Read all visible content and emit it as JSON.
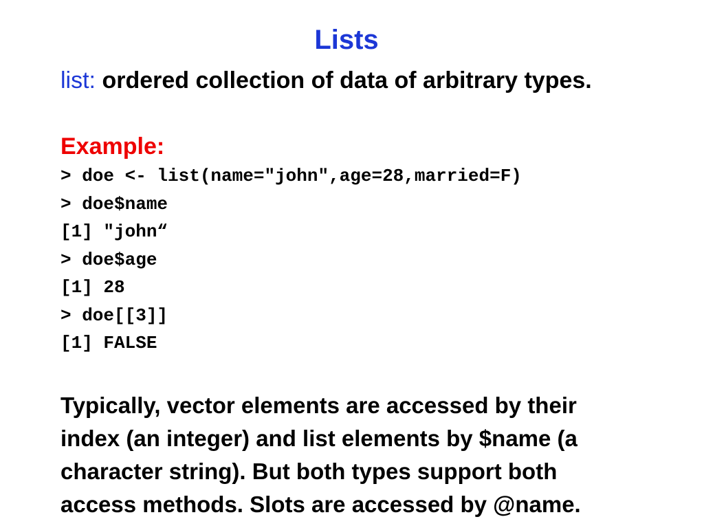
{
  "slide": {
    "title": "Lists",
    "definition": {
      "term": "list:",
      "text": "ordered collection of data of arbitrary types."
    },
    "example_heading": "Example:",
    "code_lines": [
      "> doe <- list(name=\"john\",age=28,married=F)",
      "> doe$name",
      "[1] \"john“",
      "> doe$age",
      "[1] 28",
      "> doe[[3]]",
      "[1] FALSE"
    ],
    "note_lines": [
      "Typically, vector elements are accessed by their",
      "index (an integer) and list elements by $name (a",
      "character string). But both types support both",
      "access methods. Slots are accessed by @name."
    ],
    "colors": {
      "title": "#1c37d6",
      "term": "#1c37d6",
      "example_heading": "#ee0000",
      "body_text": "#000000",
      "background": "#ffffff"
    }
  }
}
